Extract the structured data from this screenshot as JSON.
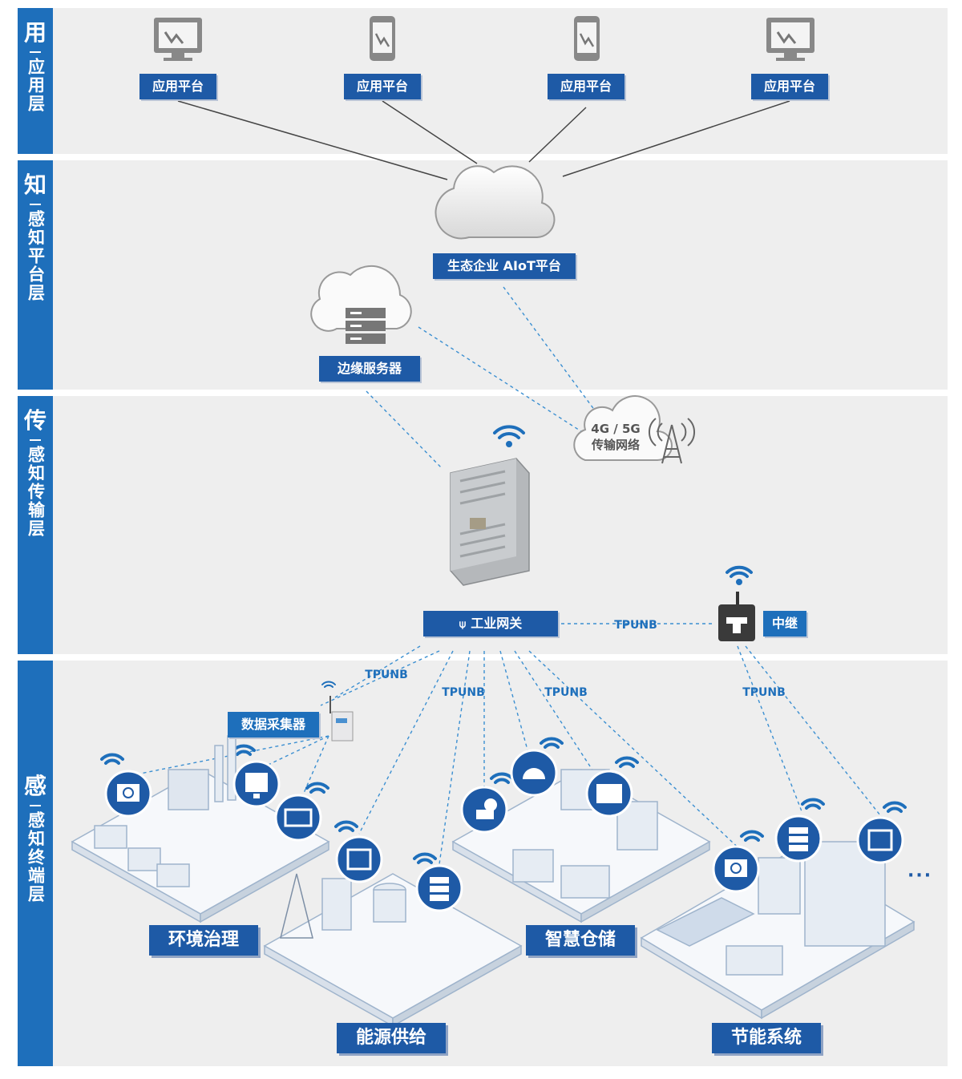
{
  "layers": [
    {
      "head": "用",
      "sub": "应用层"
    },
    {
      "head": "知",
      "sub": "感知平台层"
    },
    {
      "head": "传",
      "sub": "感知传输层"
    },
    {
      "head": "感",
      "sub": "感知终端层"
    }
  ],
  "app_platforms": [
    "应用平台",
    "应用平台",
    "应用平台",
    "应用平台"
  ],
  "aiot_platform": "生态企业 AIoT平台",
  "edge_server": "边缘服务器",
  "network": {
    "line1": "4G / 5G",
    "line2": "传输网络"
  },
  "gateway": "工业网关",
  "relay": "中继",
  "protocol": "TPUNB",
  "collector": "数据采集器",
  "scenes": [
    "环境治理",
    "能源供给",
    "智慧仓储",
    "节能系统"
  ],
  "more": "···",
  "colors": {
    "accent": "#1e5aa6",
    "sidebar": "#1e6fbb",
    "band": "#eeeeee"
  }
}
